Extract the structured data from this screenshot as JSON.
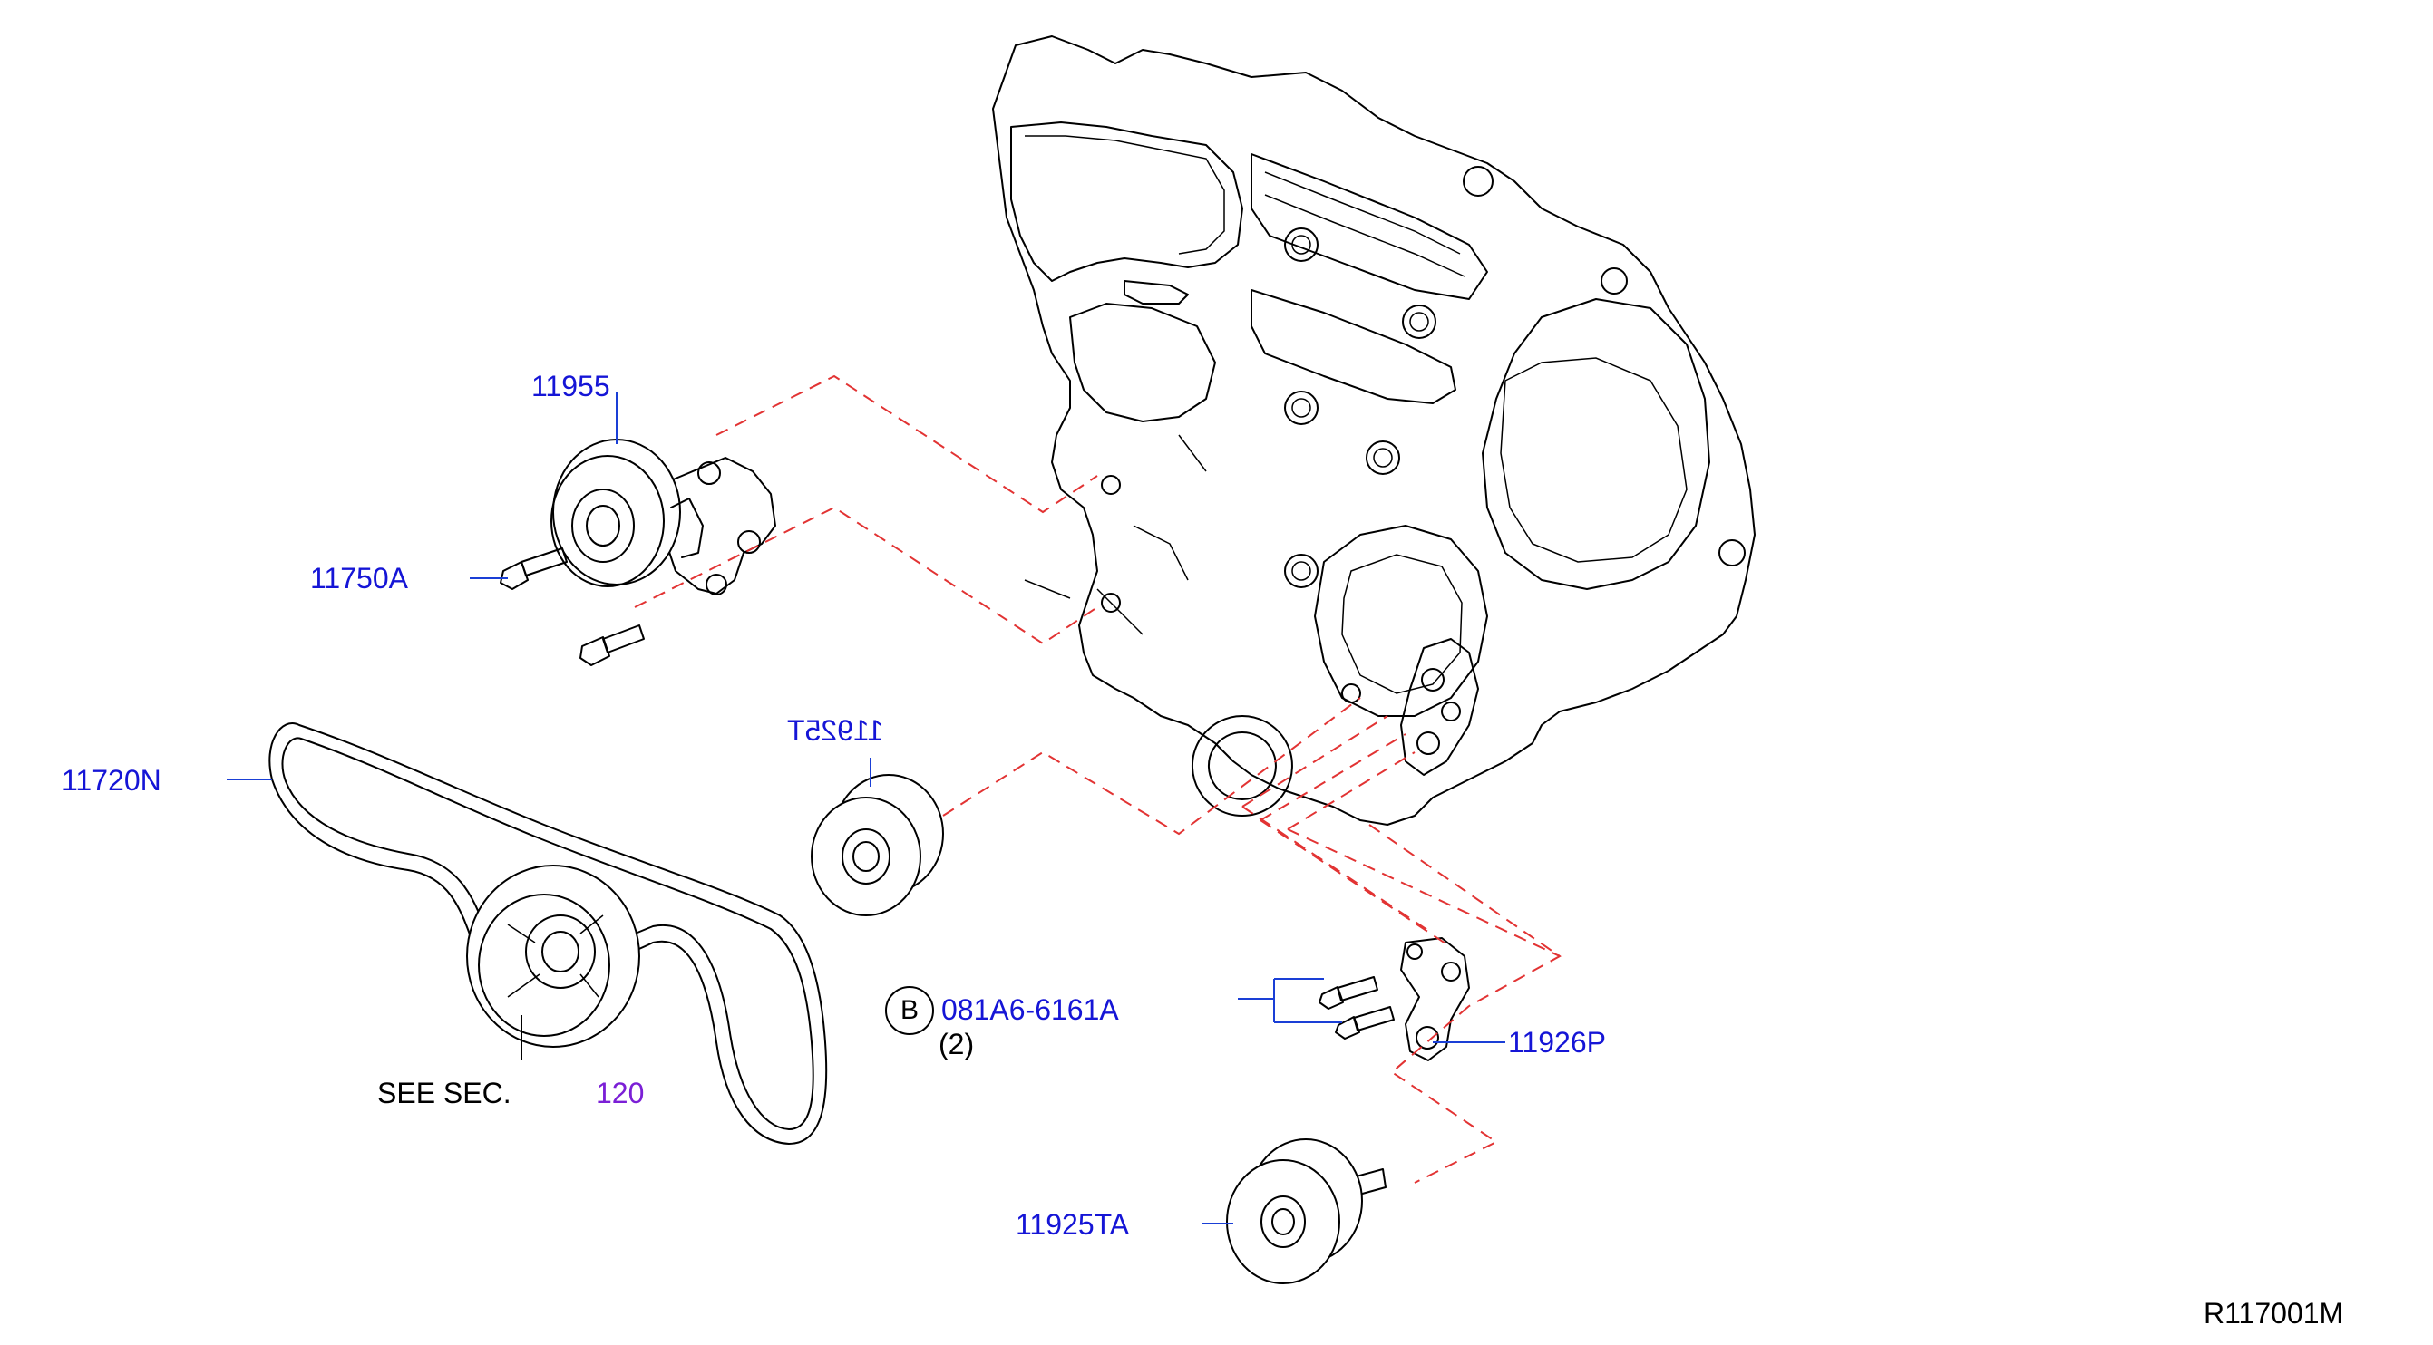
{
  "diagram": {
    "ref_code": "R117001M",
    "see_section_prefix": "SEE  SEC.",
    "see_section_number": "120",
    "bolt_symbol": "B",
    "qty": "(2)",
    "parts": {
      "tensioner": "11955",
      "tensioner_bolt": "11750A",
      "idler_pulley_upper": "11925T",
      "belt": "11720N",
      "bolt_part": "081A6-6161A",
      "bracket": "11926P",
      "idler_pulley_lower": "11925TA"
    },
    "colors": {
      "part_label": "#1515d6",
      "section_link": "#7b1fd6",
      "dash_line": "#e23333"
    }
  }
}
